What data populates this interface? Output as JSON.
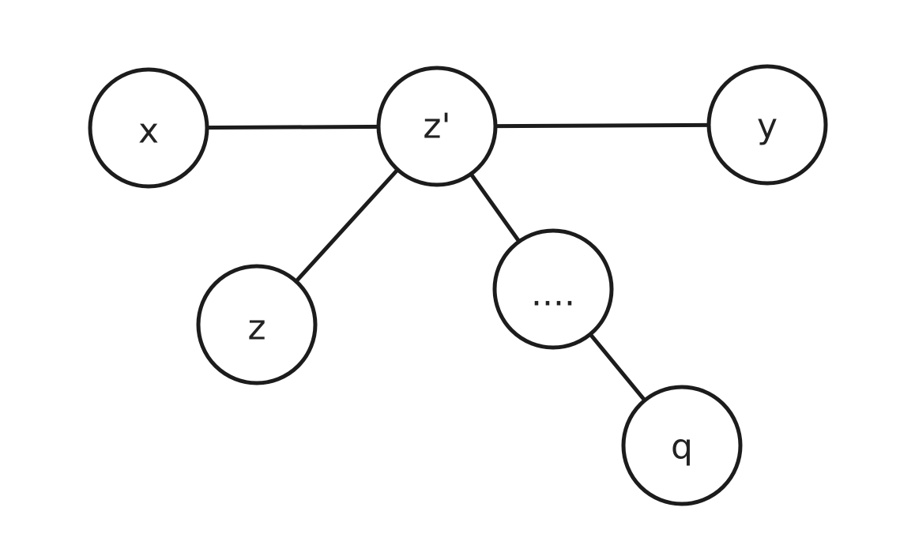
{
  "diagram": {
    "type": "tree",
    "colors": {
      "stroke": "#1c1c1c",
      "node_fill": "#ffffff",
      "label": "#222222",
      "background": "#ffffff"
    },
    "nodes": [
      {
        "id": "x",
        "label": "x"
      },
      {
        "id": "zp",
        "label": "z'"
      },
      {
        "id": "y",
        "label": "y"
      },
      {
        "id": "z",
        "label": "z"
      },
      {
        "id": "dots",
        "label": "...."
      },
      {
        "id": "q",
        "label": "q"
      }
    ],
    "edges": [
      {
        "from": "x",
        "to": "zp"
      },
      {
        "from": "zp",
        "to": "y"
      },
      {
        "from": "zp",
        "to": "z"
      },
      {
        "from": "zp",
        "to": "dots"
      },
      {
        "from": "dots",
        "to": "q"
      }
    ]
  }
}
